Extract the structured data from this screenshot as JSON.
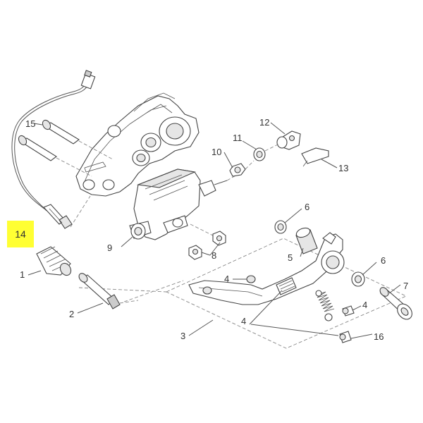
{
  "diagram": {
    "highlight": {
      "label": "14",
      "color": "#ffff33"
    },
    "callouts": [
      {
        "id": "c1",
        "label": "1"
      },
      {
        "id": "c2",
        "label": "2"
      },
      {
        "id": "c3",
        "label": "3"
      },
      {
        "id": "c4a",
        "label": "4"
      },
      {
        "id": "c4b",
        "label": "4"
      },
      {
        "id": "c4c",
        "label": "4"
      },
      {
        "id": "c5",
        "label": "5"
      },
      {
        "id": "c6a",
        "label": "6"
      },
      {
        "id": "c6b",
        "label": "6"
      },
      {
        "id": "c7",
        "label": "7"
      },
      {
        "id": "c8",
        "label": "8"
      },
      {
        "id": "c9",
        "label": "9"
      },
      {
        "id": "c10",
        "label": "10"
      },
      {
        "id": "c11",
        "label": "11"
      },
      {
        "id": "c12",
        "label": "12"
      },
      {
        "id": "c13",
        "label": "13"
      },
      {
        "id": "c15",
        "label": "15"
      },
      {
        "id": "c16",
        "label": "16"
      }
    ]
  }
}
